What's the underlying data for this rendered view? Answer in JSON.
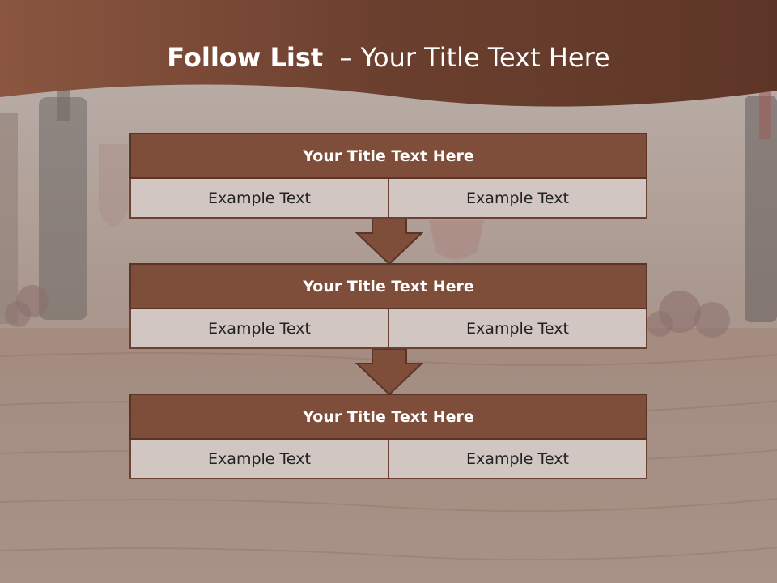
{
  "slide": {
    "title_bold": "Follow List",
    "title_rest": "  – Your Title Text Here"
  },
  "steps": [
    {
      "title": "Your Title Text Here",
      "left": "Example Text",
      "right": "Example Text"
    },
    {
      "title": "Your Title Text Here",
      "left": "Example Text",
      "right": "Example Text"
    },
    {
      "title": "Your Title Text Here",
      "left": "Example Text",
      "right": "Example Text"
    }
  ],
  "colors": {
    "header_band": "#7a4a35",
    "box_title": "#7f4e3a",
    "box_cell": "#d2c6c2",
    "arrow": "#7f4e3a"
  }
}
